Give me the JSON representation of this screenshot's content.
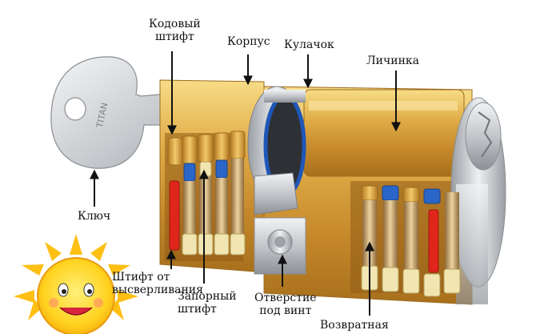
{
  "labels": {
    "code_pin": [
      "Кодовый",
      "штифт"
    ],
    "body": "Корпус",
    "cam": "Кулачок",
    "plug": "Личинка",
    "key": "Ключ",
    "drill_pin": [
      "Штифт от",
      "высверливания"
    ],
    "lock_pin": [
      "Запорный",
      "штифт"
    ],
    "screw_hole": [
      "Отверстие",
      "под винт"
    ],
    "return_spring": "Возвратная"
  },
  "key_brand": "TITAN",
  "colors": {
    "brass": "#d9a441",
    "steel": "#c9ccd0",
    "spring": "#c9a36a",
    "pin_blue": "#2a66c8",
    "pin_red": "#e0261b",
    "arrow": "#111111",
    "sun": "#ffd21f"
  }
}
